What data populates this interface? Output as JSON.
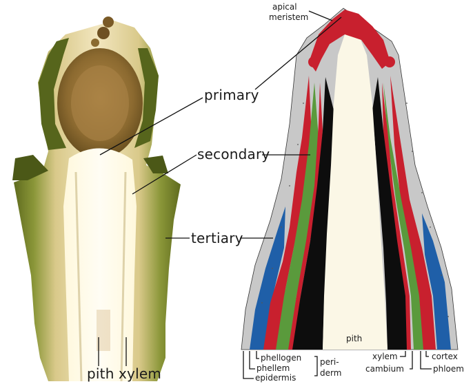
{
  "left_panel": {
    "labels": {
      "primary": "primary",
      "secondary": "secondary",
      "tertiary": "tertiary",
      "pith": "pith",
      "xylem": "xylem"
    }
  },
  "right_panel": {
    "labels": {
      "apical_meristem_1": "apical",
      "apical_meristem_2": "meristem",
      "pith": "pith",
      "phellogen": "phellogen",
      "phellem": "phellem",
      "epidermis": "epidermis",
      "periderm_1": "peri-",
      "periderm_2": "derm",
      "xylem": "xylem",
      "cambium": "cambium",
      "cortex": "cortex",
      "phloem": "phloem"
    }
  },
  "colors": {
    "meristem_red": "#c8202e",
    "green_layer": "#5a9a3c",
    "blue_layer": "#1f5fa8",
    "cortex_grey": "#c8c8c8",
    "xylem_black": "#0d0d0d",
    "pith_cream": "#fbf7e6",
    "photo_green": "#7d8b2e"
  }
}
